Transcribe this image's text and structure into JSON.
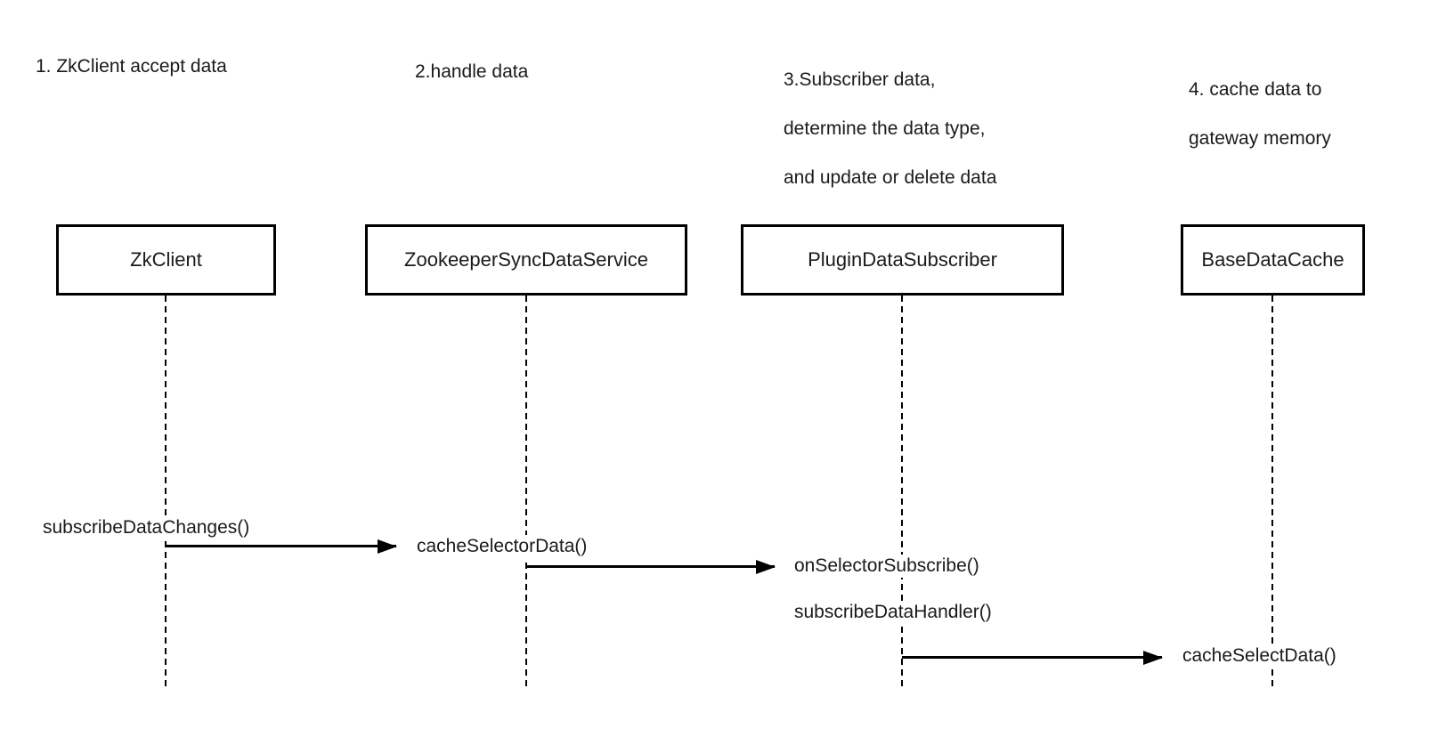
{
  "diagram": {
    "type": "sequence-diagram",
    "colors": {
      "line": "#000000",
      "text": "#1a1a1a",
      "background": "#ffffff"
    },
    "annotations": [
      {
        "step": "1",
        "lines": [
          "1. ZkClient accept data"
        ]
      },
      {
        "step": "2",
        "lines": [
          "2.handle data"
        ]
      },
      {
        "step": "3",
        "lines": [
          "3.Subscriber data,",
          "determine the data type,",
          "and update or delete data"
        ]
      },
      {
        "step": "4",
        "lines": [
          "4. cache data to",
          "gateway memory"
        ]
      }
    ],
    "participants": [
      {
        "label": "ZkClient"
      },
      {
        "label": "ZookeeperSyncDataService"
      },
      {
        "label": "PluginDataSubscriber"
      },
      {
        "label": "BaseDataCache"
      }
    ],
    "messages": [
      {
        "label": "subscribeDataChanges()",
        "from": "ZkClient",
        "to": "ZookeeperSyncDataService"
      },
      {
        "label": "cacheSelectorData()",
        "from": "ZookeeperSyncDataService",
        "to": "PluginDataSubscriber"
      },
      {
        "label": "onSelectorSubscribe()",
        "from": "PluginDataSubscriber",
        "to": "PluginDataSubscriber"
      },
      {
        "label": "subscribeDataHandler()",
        "from": "PluginDataSubscriber",
        "to": "PluginDataSubscriber"
      },
      {
        "label": "cacheSelectData()",
        "from": "PluginDataSubscriber",
        "to": "BaseDataCache"
      }
    ]
  }
}
